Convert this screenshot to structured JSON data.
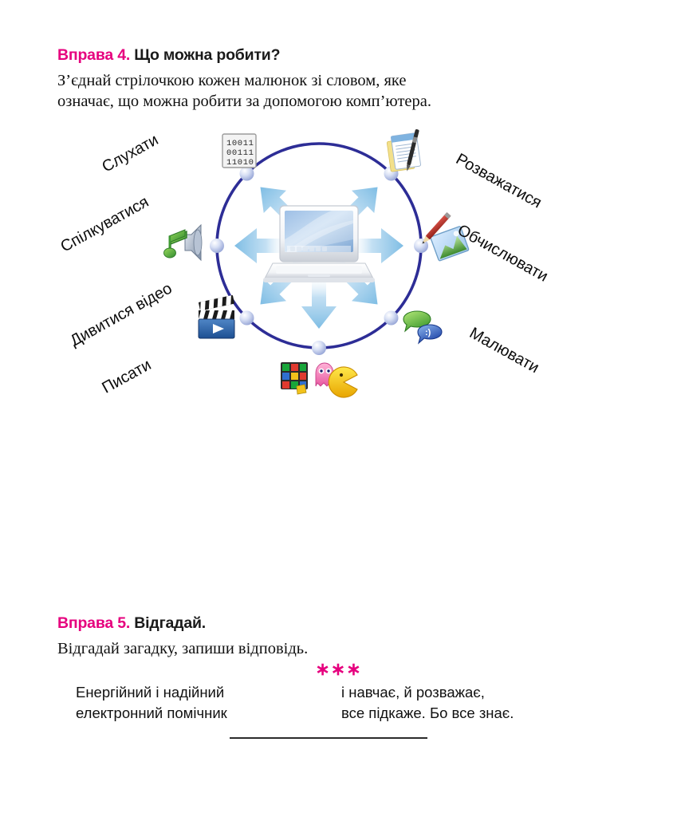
{
  "exercise4": {
    "number_label": "Вправа 4.",
    "title": "Що можна робити?",
    "instruction_line1": "З’єднай стрілочкою кожен малюнок зі словом, яке",
    "instruction_line2": "означає, що можна робити за допомогою комп’ютера."
  },
  "diagram": {
    "center_icon": "laptop-icon",
    "circle_color": "#2d2d96",
    "node_color": "#b9c4e8",
    "arrow_color": "#8fc3e8",
    "labels": [
      {
        "id": "sluhaty",
        "text": "Слухати"
      },
      {
        "id": "spilkuvatysia",
        "text": "Спілкуватися"
      },
      {
        "id": "dyvytysia-video",
        "text": "Дивитися відео"
      },
      {
        "id": "pysaty",
        "text": "Писати"
      },
      {
        "id": "rozvazhatysia",
        "text": "Розважатися"
      },
      {
        "id": "obchyslyuvaty",
        "text": "Обчислювати"
      },
      {
        "id": "maluvaty",
        "text": "Малювати"
      }
    ],
    "binary_icon": {
      "row1": "10011",
      "row2": "00111",
      "row3": "11010"
    },
    "icons": [
      "binary-code-icon",
      "notepad-pen-icon",
      "music-speaker-icon",
      "pencil-drawing-icon",
      "film-clapper-icon",
      "chat-bubbles-icon",
      "games-rubik-pacman-icon"
    ]
  },
  "exercise5": {
    "number_label": "Вправа 5.",
    "title": "Відгадай.",
    "instruction": "Відгадай загадку, запиши відповідь.",
    "separator": "∗∗∗",
    "riddle_col1_line1": "Енергійний і надійний",
    "riddle_col1_line2": "електронний помічник",
    "riddle_col2_line1": "і навчає, й розважає,",
    "riddle_col2_line2": "все підкаже. Бо все знає.",
    "answer_blank": ""
  }
}
